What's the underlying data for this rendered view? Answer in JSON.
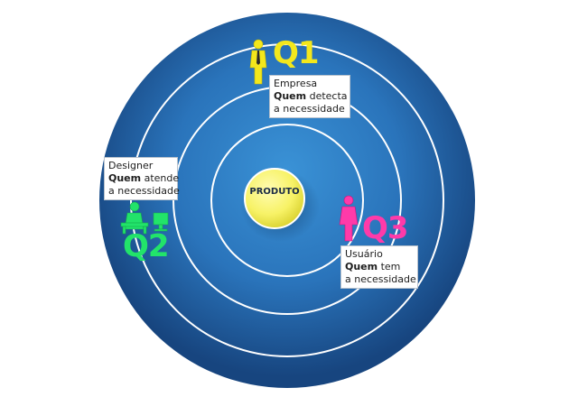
{
  "core": {
    "label": "PRODUTO"
  },
  "q1": {
    "tag": "Q1",
    "line1": "Empresa",
    "line2_bold": "Quem",
    "line2_rest": " detecta",
    "line3": "a necessidade"
  },
  "q2": {
    "tag": "Q2",
    "line1": "Designer",
    "line2_bold": "Quem",
    "line2_rest": " atende",
    "line3": "a necessidade"
  },
  "q3": {
    "tag": "Q3",
    "line1": "Usuário",
    "line2_bold": "Quem",
    "line2_rest": " tem",
    "line3": "a necessidade"
  },
  "colors": {
    "disc_outer": "#1b4f8f",
    "disc_inner": "#2d7ec4",
    "ring": "#ffffff",
    "core": "#f7f266",
    "q1": "#f3e71c",
    "q2": "#22e36a",
    "q3": "#ff3aa9"
  },
  "icons": {
    "q1": "businessman-icon",
    "q2": "designer-at-computer-icon",
    "q3": "woman-user-icon"
  }
}
